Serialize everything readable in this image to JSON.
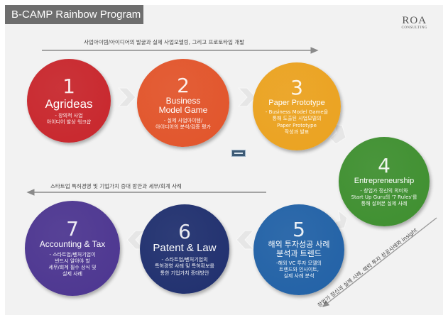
{
  "header": {
    "title": "B-CAMP Rainbow Program",
    "logo_main": "ROA",
    "logo_sub": "CONSULTING"
  },
  "captions": {
    "top": "사업아이템/아이디어의 발굴과 실제 사업모델링, 그리고 프로토타입 개발",
    "middle": "스타트업 특허경영 및 기업가치 증대 방안과 세무/회계 사례",
    "diagonal": "창업가 정신과 실제 사례, 해외 투자 성공사례와 insight"
  },
  "steps": [
    {
      "number": "1",
      "name": "Agrideas",
      "desc": [
        "- 창의적 사업",
        "아이디어 발상 워크샵"
      ],
      "color": "#c8262c"
    },
    {
      "number": "2",
      "name": "Business\nModel Game",
      "desc": [
        "- 실제 사업아이템/",
        "아이디어의 분석/검증 평가"
      ],
      "color": "#e2542a"
    },
    {
      "number": "3",
      "name": "Paper Prototype",
      "desc": [
        "- Business Model Game을",
        "통해 도출된 사업모델의",
        "Paper Prototype",
        "작성과 발표"
      ],
      "color": "#eba21f"
    },
    {
      "number": "4",
      "name": "Entrepreneurship",
      "desc": [
        "- 창업가 정신의 의미와",
        "Start Up Guru의 '7 Rules'를",
        "통해 살펴본 실제 사례"
      ],
      "color": "#3e8f2f"
    },
    {
      "number": "5",
      "name": "해외 투자성공 사례\n분석과 트렌드",
      "desc": [
        "-해외 VC 투자 모델의",
        "트렌드와 인사이트,",
        "실제 사례 분석"
      ],
      "color": "#2161a6"
    },
    {
      "number": "6",
      "name": "Patent & Law",
      "desc": [
        "- 스타트업/벤처기업의",
        "특허경영 사례 및 특허확보를",
        "통한 기업가치 증대방안"
      ],
      "color": "#1f2f6e"
    },
    {
      "number": "7",
      "name": "Accounting & Tax",
      "desc": [
        "- 스타트업/벤처기업이",
        "반드시 알아야 할",
        "세무/회계 필수 상식 및",
        "실제 사례"
      ],
      "color": "#4c3590"
    }
  ]
}
